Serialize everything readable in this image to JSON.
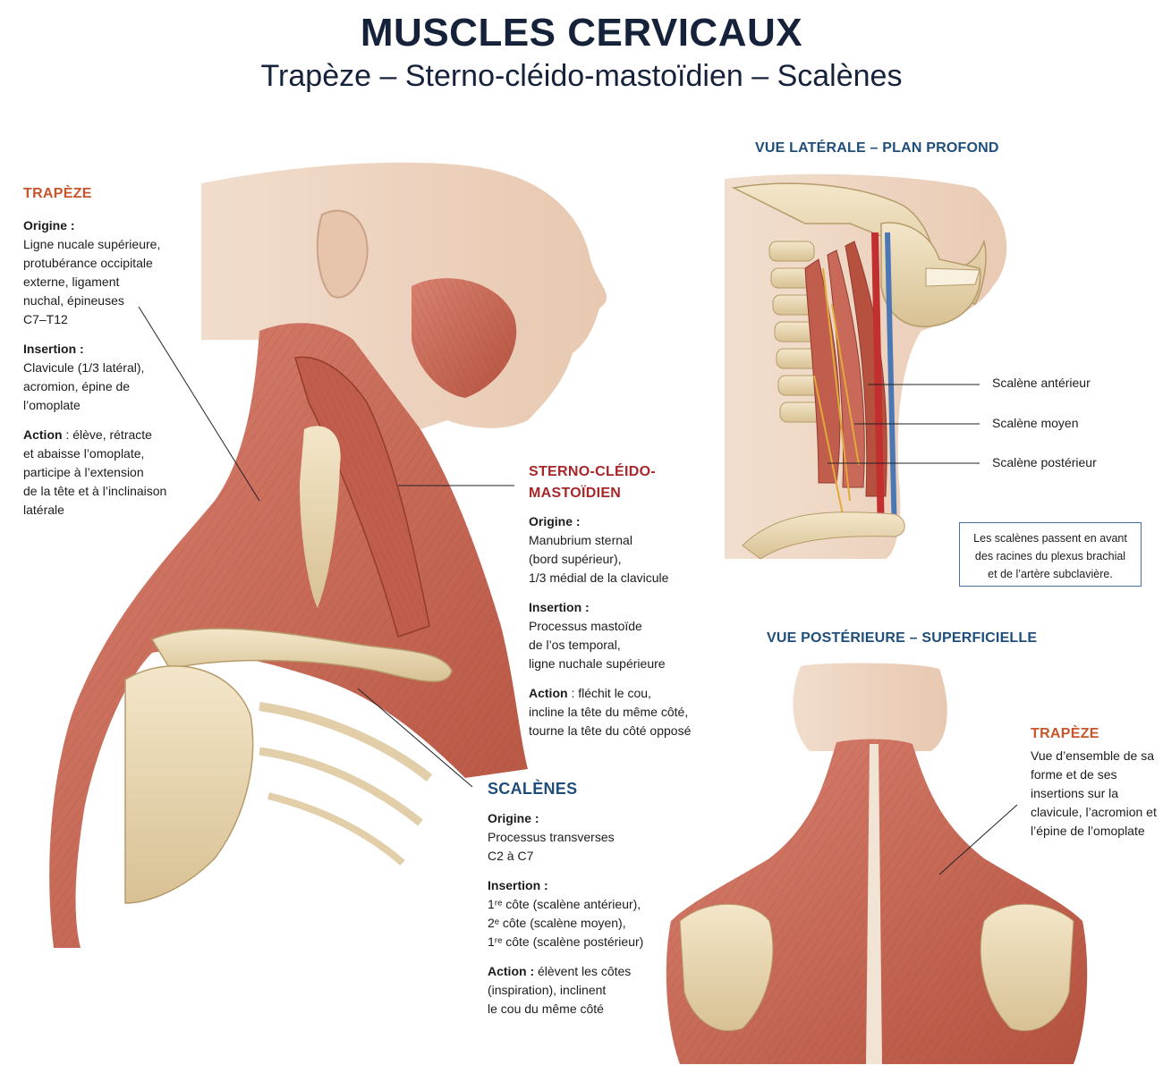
{
  "header": {
    "title": "MUSCLES CERVICAUX",
    "subtitle": "Trapèze – Sterno-cléido-mastoïdien – Scalènes"
  },
  "trapeze": {
    "title": "TRAPÈZE",
    "origin_label": "Origine :",
    "origin_text": "Ligne nucale supérieure,\nprotubérance occipitale\nexterne, ligament\nnuchal, épineuses\nC7–T12",
    "insertion_label": "Insertion :",
    "insertion_text": "Clavicule (1/3 latéral),\nacromion, épine de\nl’omoplate",
    "action_label": "Action",
    "action_text": " : élève, rétracte\net abaisse l’omoplate,\nparticipe à l’extension\nde la tête et à l’inclinaison\nlatérale"
  },
  "scm": {
    "title_line1": "STERNO-CLÉIDO-",
    "title_line2": "MASTOÏDIEN",
    "origin_label": "Origine :",
    "origin_text": "Manubrium sternal\n(bord supérieur),\n1/3 médial de la clavicule",
    "insertion_label": "Insertion :",
    "insertion_text": "Processus mastoïde\nde l’os temporal,\nligne nuchale supérieure",
    "action_label": "Action",
    "action_text": " : fléchit le cou,\nincline la tête du même côté,\ntourne la tête du côté opposé"
  },
  "scalenes": {
    "title": "SCALÈNES",
    "origin_label": "Origine :",
    "origin_text": "Processus transverses\nC2 à C7",
    "insertion_label": "Insertion :",
    "insertion_text": "1ʳᵉ côte (scalène antérieur),\n2ᵉ côte (scalène moyen),\n1ʳᵉ côte (scalène postérieur)",
    "action_label": "Action :",
    "action_text": " élèvent les côtes\n(inspiration), inclinent\nle cou du même côté"
  },
  "lateral_view": {
    "title": "VUE LATÉRALE – PLAN PROFOND",
    "labels": [
      "Scalène antérieur",
      "Scalène moyen",
      "Scalène postérieur"
    ],
    "note": "Les scalènes passent en avant des racines du plexus brachial et de l’artère subclavière."
  },
  "posterior_view": {
    "title": "VUE POSTÉRIEURE – SUPERFICIELLE",
    "trapeze_title": "TRAPÈZE",
    "trapeze_text": "Vue d’ensemble\nde sa forme\net de ses insertions\nsur la clavicule,\nl’acromion et\nl’épine de l’omoplate"
  },
  "colors": {
    "muscle": "#c8695a",
    "muscle_dark": "#a8473d",
    "bone": "#ead9b6",
    "skin": "#efd7c4",
    "accent_orange": "#c8552b",
    "accent_red": "#a7262a",
    "accent_blue": "#1f4e7a"
  }
}
